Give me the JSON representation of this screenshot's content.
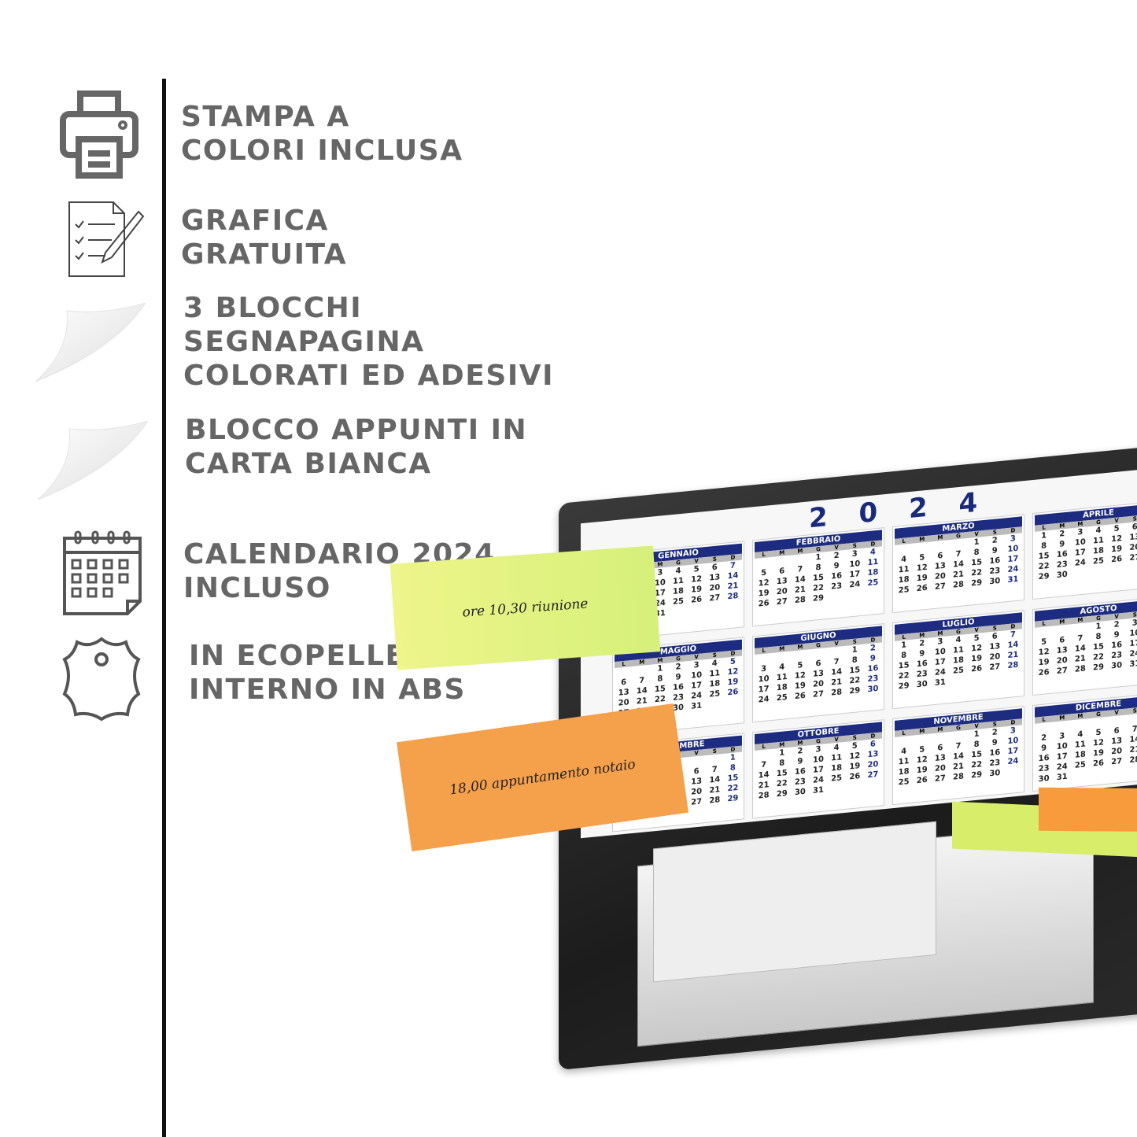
{
  "features": [
    {
      "icon": "printer-icon",
      "lines": [
        "Stampa a",
        "colori inclusa"
      ]
    },
    {
      "icon": "checklist-pen-icon",
      "lines": [
        "Grafica",
        "gratuita"
      ]
    },
    {
      "icon": "page-curl-icon",
      "lines": [
        "3 blocchi",
        "segnapagina",
        "colorati ed adesivi"
      ]
    },
    {
      "icon": "page-curl-icon",
      "lines": [
        "Blocco appunti in",
        "carta bianca"
      ]
    },
    {
      "icon": "calendar-icon",
      "lines": [
        "Calendario 2024",
        "incluso"
      ]
    },
    {
      "icon": "leather-hide-icon",
      "lines": [
        "In ecopelle ed",
        "interno in abs"
      ]
    }
  ],
  "product": {
    "calendar_year": "2 0 2 4",
    "year": 2024,
    "day_headers": [
      "L",
      "M",
      "M",
      "G",
      "V",
      "S",
      "D"
    ],
    "months": [
      "Gennaio",
      "Febbraio",
      "Marzo",
      "Aprile",
      "Maggio",
      "Giugno",
      "Luglio",
      "Agosto",
      "Settembre",
      "Ottobre",
      "Novembre",
      "Dicembre"
    ],
    "note_yellow": "ore 10,30 riunione",
    "note_orange": "18,00 appuntamento notaio",
    "colors": {
      "calendar_blue": "#1d2b80",
      "note_yellow": "#e6f27a",
      "note_orange": "#f5a04a",
      "text_grey": "#666666"
    }
  }
}
